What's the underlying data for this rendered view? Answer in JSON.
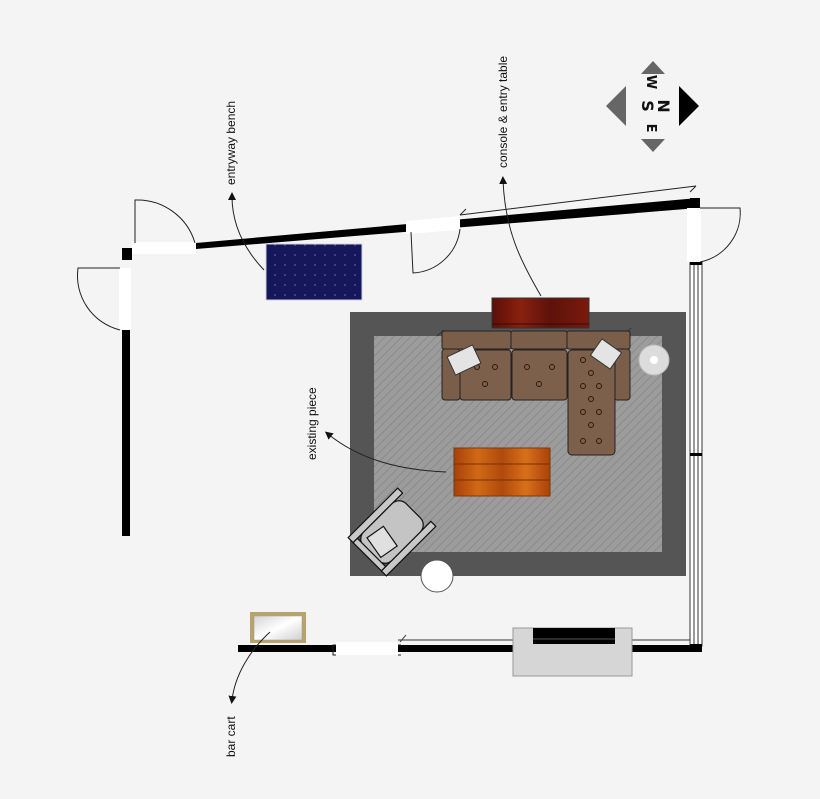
{
  "labels": {
    "entryway_bench": "entryway bench",
    "console_table": "console & entry table",
    "existing_piece": "existing piece",
    "bar_cart": "bar cart"
  },
  "compass": {
    "north": "N",
    "south": "S",
    "east": "E",
    "west": "W"
  },
  "colors": {
    "background": "#f4f4f4",
    "wall": "#000000",
    "rug_outer": "#555555",
    "rug_inner": "#9a9a9a",
    "sofa": "#7a5e4a",
    "console": "#6e1a10",
    "coffee_table": "#c2560e",
    "bench": "#141456",
    "chair": "#c8c8c8",
    "fireplace": "#d6d6d6",
    "bar_cart_frame": "#b8a46a"
  }
}
